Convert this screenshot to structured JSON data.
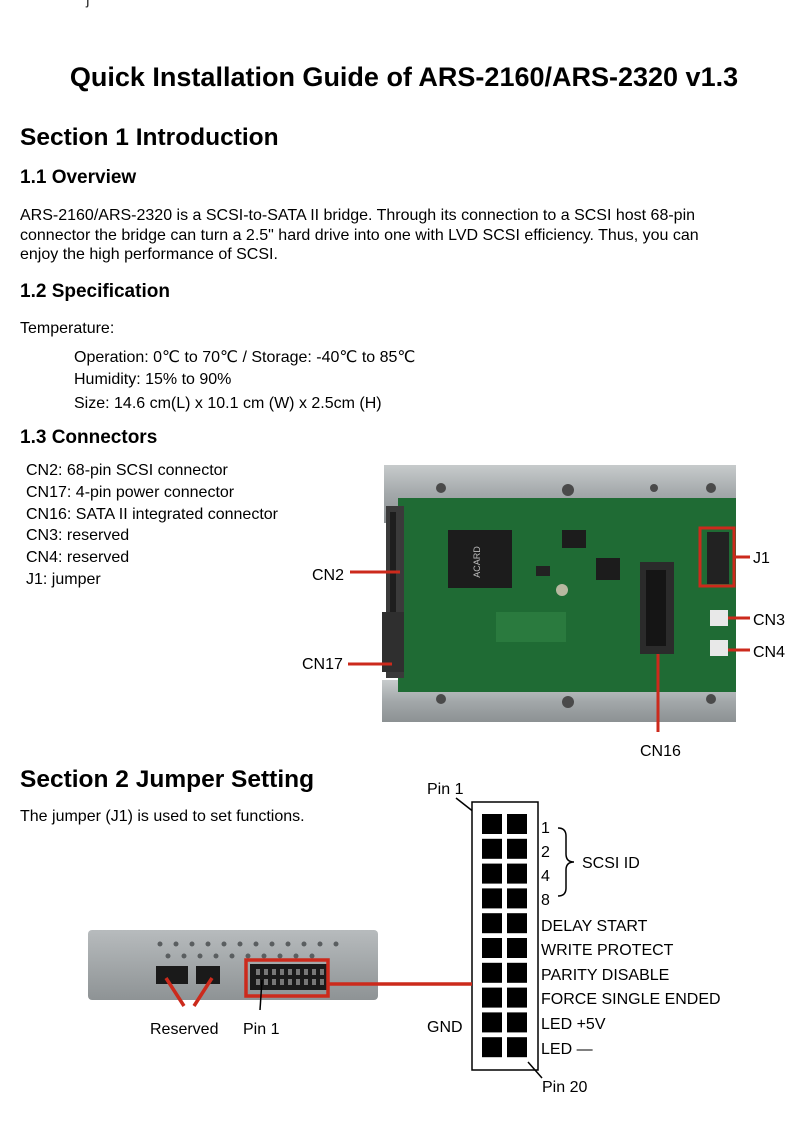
{
  "page": {
    "header_fragment": "j",
    "title": "Quick Installation Guide of ARS-2160/ARS-2320 v1.3"
  },
  "section1": {
    "title": "Section 1 Introduction",
    "overview": {
      "heading": "1.1 Overview",
      "lines": [
        "ARS-2160/ARS-2320 is a SCSI-to-SATA II bridge. Through its connection to a SCSI host 68-pin",
        "connector the bridge can turn a 2.5\" hard drive into one with LVD SCSI efficiency. Thus, you can",
        "enjoy the high performance of SCSI."
      ]
    },
    "spec": {
      "heading": "1.2 Specification",
      "temperature_label": "Temperature:",
      "items": [
        "Operation:  0℃ to 70℃  /  Storage: -40℃ to 85℃",
        "Humidity: 15% to 90%",
        "Size: 14.6 cm(L) x 10.1 cm (W) x 2.5cm (H)"
      ]
    },
    "connectors": {
      "heading": "1.3 Connectors",
      "list": [
        "CN2: 68-pin SCSI connector",
        "CN17: 4-pin power connector",
        "CN16: SATA II integrated connector",
        "CN3: reserved",
        "CN4: reserved",
        "J1: jumper"
      ],
      "callouts": {
        "cn2": "CN2",
        "cn17": "CN17",
        "j1": "J1",
        "cn3": "CN3",
        "cn4": "CN4",
        "cn16": "CN16"
      },
      "chip_text": "ACARD"
    }
  },
  "section2": {
    "title": "Section 2 Jumper Setting",
    "intro": "The jumper (J1) is used to set functions.",
    "diagram": {
      "pin1_top": "Pin 1",
      "pin20": "Pin 20",
      "gnd": "GND",
      "reserved": "Reserved",
      "pin1_photo": "Pin 1",
      "scsi_id": "SCSI ID",
      "pin_labels": [
        "1",
        "2",
        "4",
        "8",
        "DELAY START",
        "WRITE PROTECT",
        "PARITY DISABLE",
        "FORCE SINGLE ENDED",
        "LED +5V",
        "LED —"
      ]
    }
  },
  "colors": {
    "callout_red": "#cc2a1c",
    "pcb_green": "#1f6b34",
    "metal_grey": "#9da2a4"
  }
}
